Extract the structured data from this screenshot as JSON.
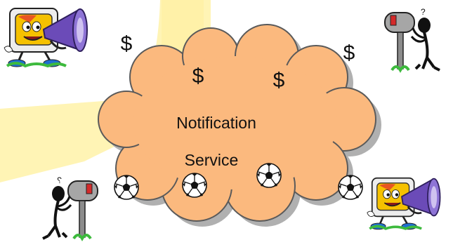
{
  "cloud": {
    "line1": "Notification",
    "line2": "Service",
    "fill": "#FBB97E"
  },
  "dollar_symbol": "$",
  "dollars": [
    {
      "id": "dollar-near-left-publisher"
    },
    {
      "id": "dollar-near-right-subscriber"
    },
    {
      "id": "dollar-in-cloud-left"
    },
    {
      "id": "dollar-in-cloud-right"
    }
  ],
  "colors": {
    "background": "#FFFFFF",
    "highlight_band": "#FFF2A8",
    "cloud_fill": "#FBB97E",
    "cloud_outline": "#5A5A5A",
    "cloud_shadow": "#B0B0B0",
    "monitor_screen": "#F5C100",
    "megaphone": "#6B4BB8",
    "mailbox": "#8C8C8C",
    "grass": "#3DBA3D"
  },
  "icons": [
    "publisher-megaphone-monitor-icon",
    "subscriber-mailbox-stickfigure-icon",
    "soccer-ball-icon"
  ]
}
